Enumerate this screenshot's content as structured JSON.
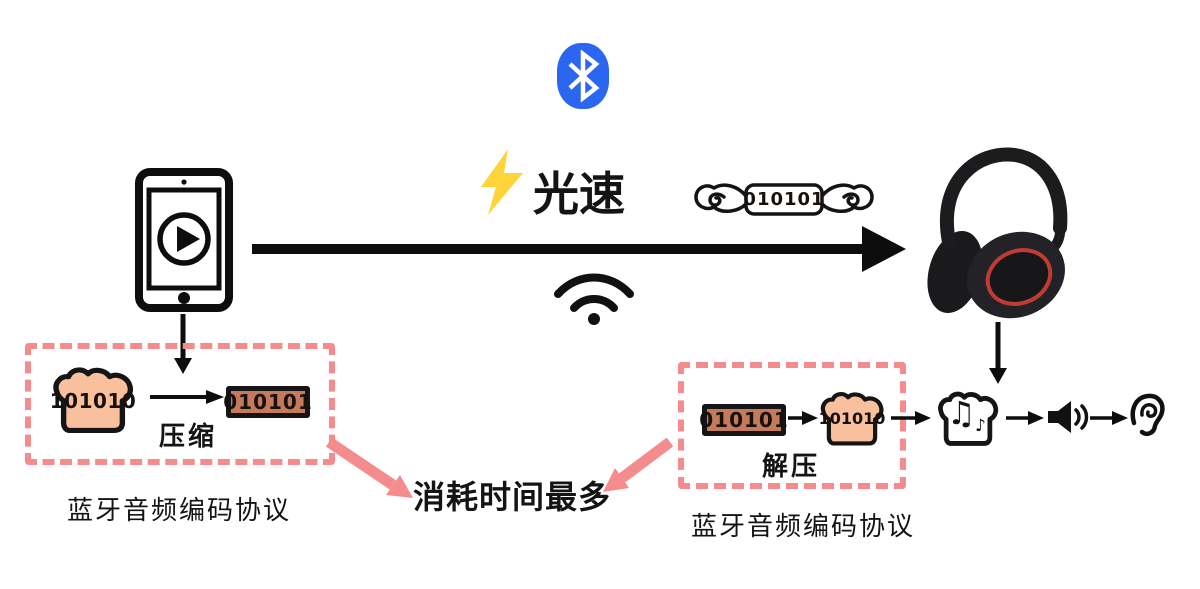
{
  "transmission": {
    "speed_label": "光速",
    "packet_binary": "010101"
  },
  "source_device": {
    "raw_binary": "101010",
    "action_label": "压缩",
    "compressed_binary": "010101",
    "caption": "蓝牙音频编码协议"
  },
  "sink_device": {
    "compressed_binary": "010101",
    "raw_binary": "101010",
    "action_label": "解压",
    "caption": "蓝牙音频编码协议"
  },
  "bottleneck_label": "消耗时间最多",
  "playback": {
    "note_double": "♫",
    "note_single": "♪"
  },
  "colors": {
    "bluetooth_blue": "#2A66F0",
    "lightning_yellow": "#FFD43B",
    "salmon_pink": "#F48C8E",
    "toast_peach": "#F9C09E",
    "brick_brown": "#C47A5B",
    "headphone_ring_red": "#C23B32",
    "ink": "#141414"
  },
  "icons": [
    "bluetooth-icon",
    "tablet-play-icon",
    "lightning-icon",
    "wings-icon",
    "wifi-icon",
    "headphones-icon",
    "toast-icon",
    "music-toast-icon",
    "speaker-icon",
    "ear-icon"
  ]
}
